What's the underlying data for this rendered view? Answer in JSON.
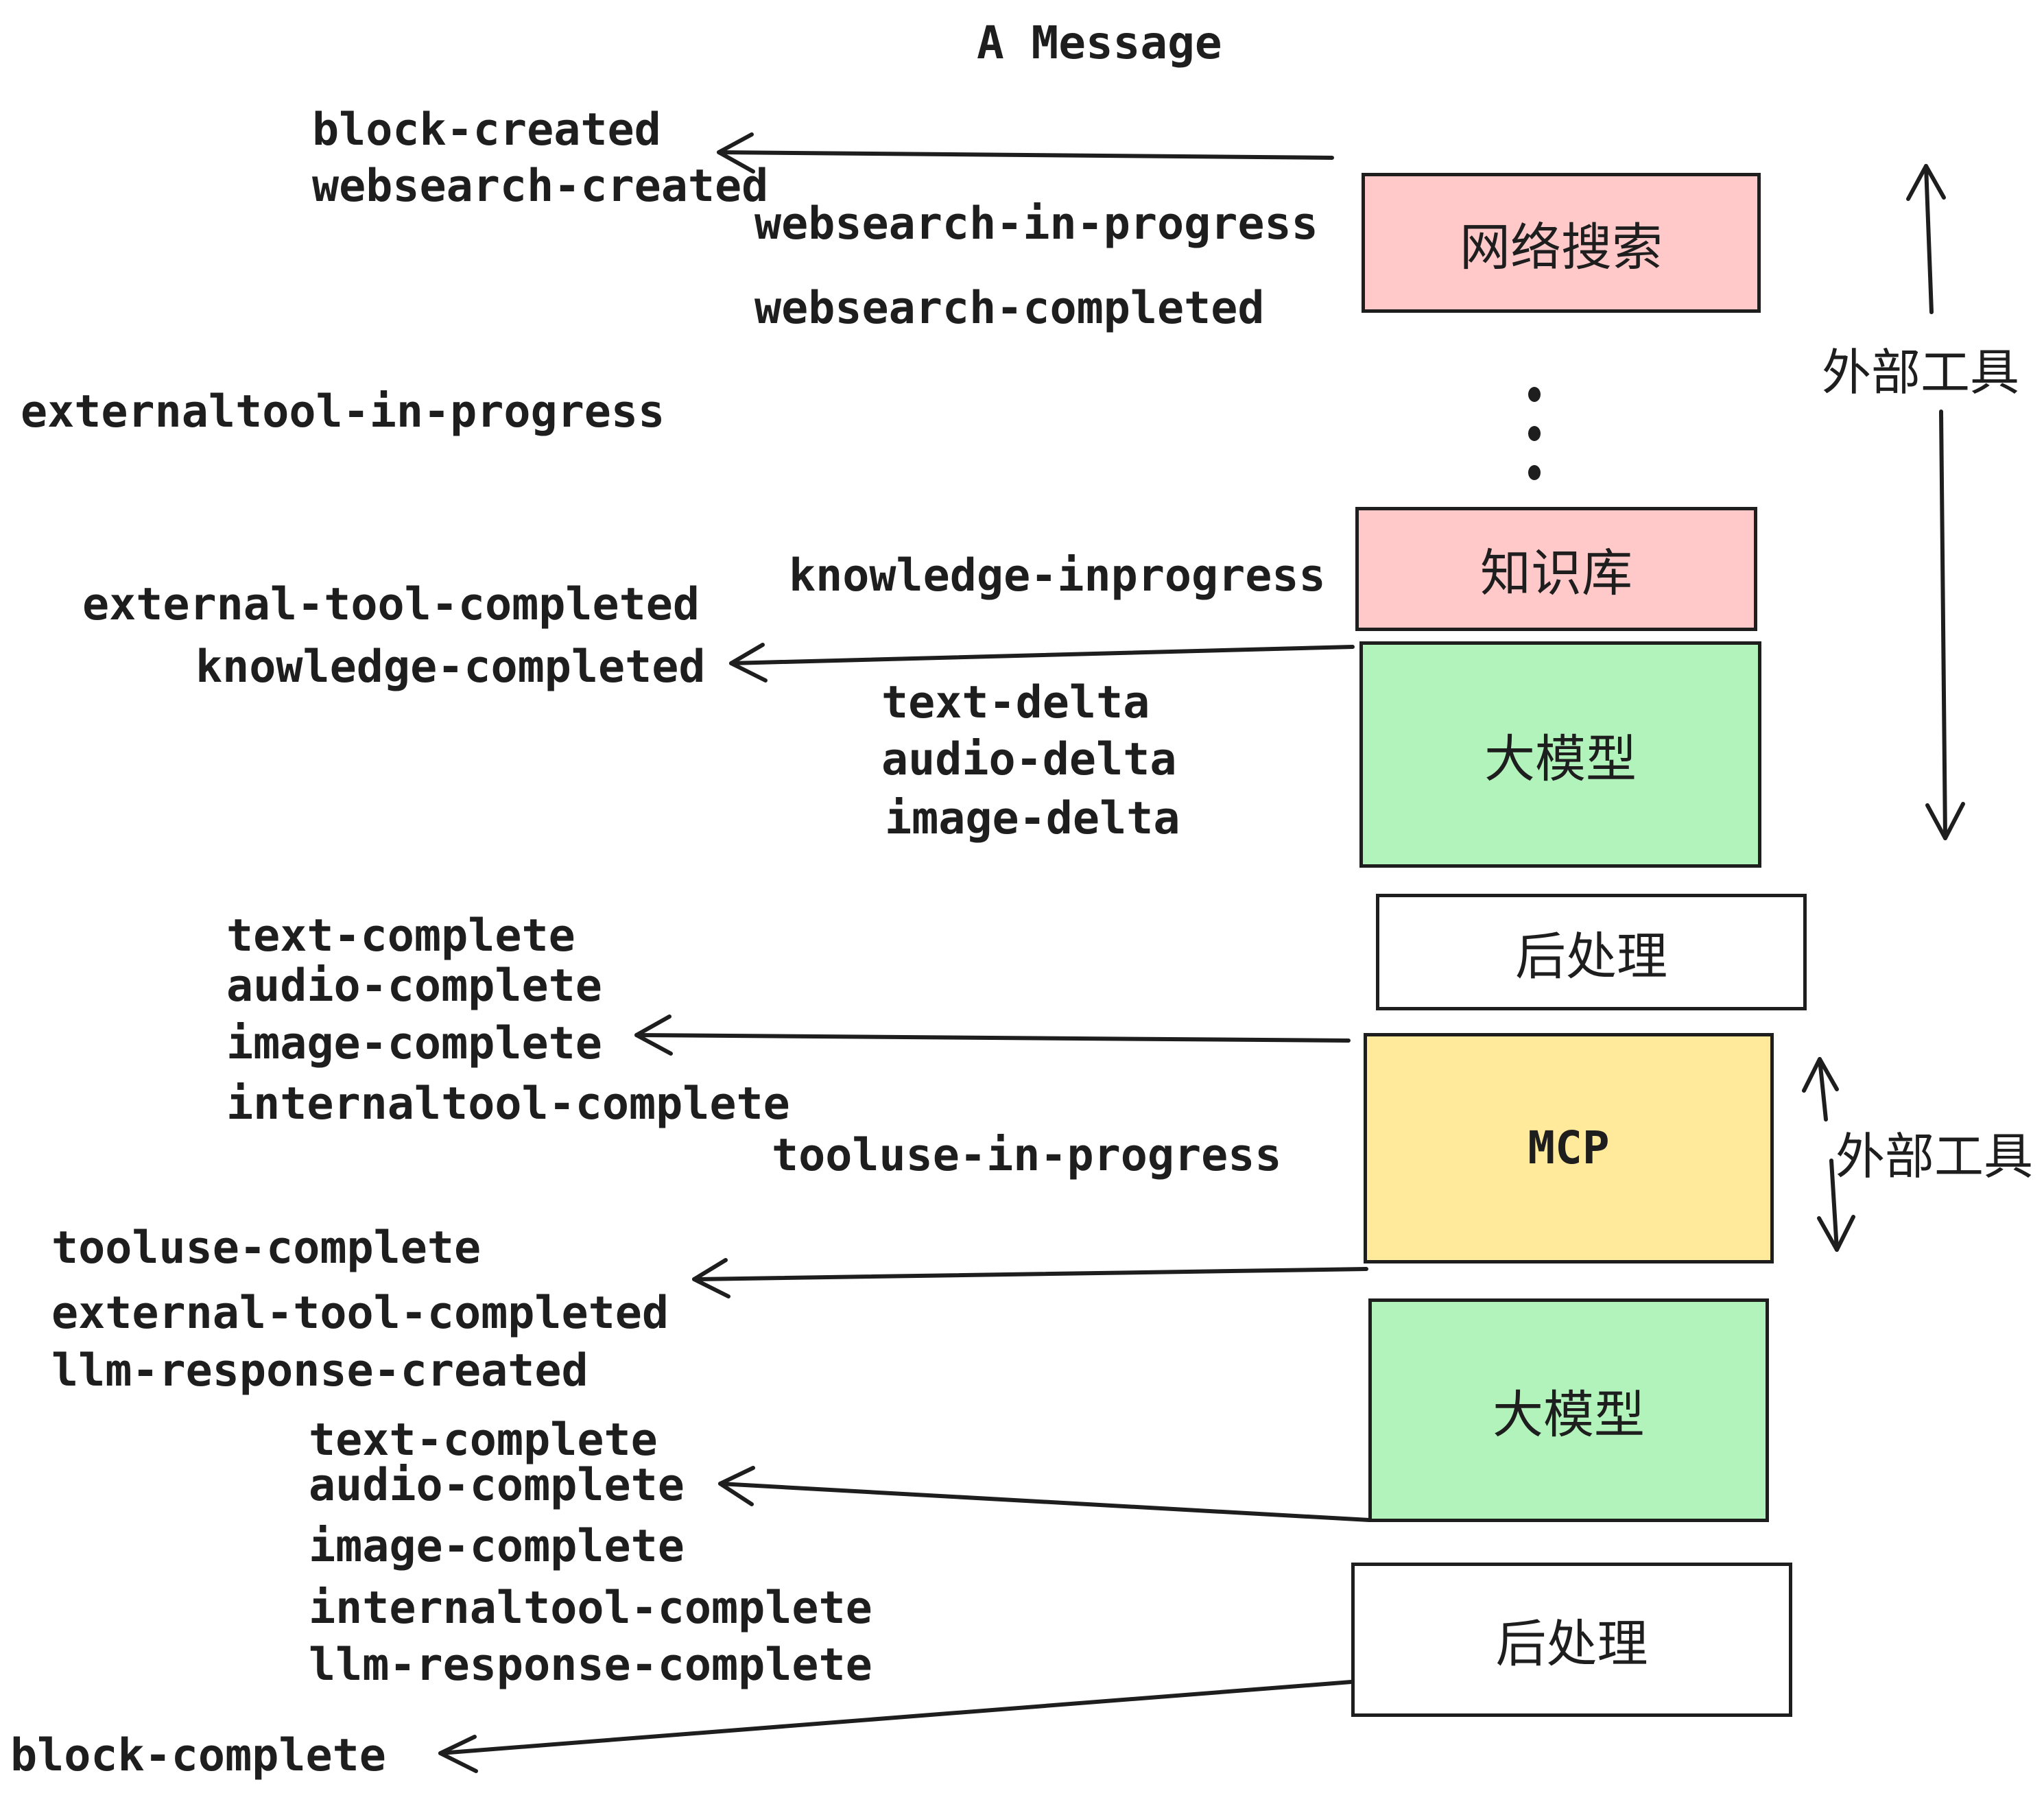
{
  "title": "A Message",
  "colors": {
    "background": "#ffffff",
    "stroke": "#1e1e1e",
    "pink": "#ffc9c9",
    "green": "#b2f2bb",
    "yellow": "#ffe99a",
    "white": "#ffffff"
  },
  "boxes": {
    "websearch": {
      "label": "网络搜索",
      "color": "#ffc9c9"
    },
    "knowledge": {
      "label": "知识库",
      "color": "#ffc9c9"
    },
    "llm1": {
      "label": "大模型",
      "color": "#b2f2bb"
    },
    "post1": {
      "label": "后处理",
      "color": "#ffffff"
    },
    "mcp": {
      "label": "MCP",
      "color": "#ffe99a"
    },
    "llm2": {
      "label": "大模型",
      "color": "#b2f2bb"
    },
    "post2": {
      "label": "后处理",
      "color": "#ffffff"
    }
  },
  "side_labels": {
    "external_tools_top": "外部工具",
    "external_tools_mcp": "外部工具"
  },
  "icons": {
    "vertical_ellipsis_icon": "⋮"
  },
  "events": {
    "block_created": "block-created",
    "websearch_created": "websearch-created",
    "websearch_in_progress": "websearch-in-progress",
    "websearch_completed": "websearch-completed",
    "externaltool_in_progress": "externaltool-in-progress",
    "knowledge_inprogress": "knowledge-inprogress",
    "external_tool_completed": "external-tool-completed",
    "knowledge_completed": "knowledge-completed",
    "text_delta": "text-delta",
    "audio_delta": "audio-delta",
    "image_delta": "image-delta",
    "text_complete": "text-complete",
    "audio_complete": "audio-complete",
    "image_complete": "image-complete",
    "internaltool_complete": "internaltool-complete",
    "tooluse_in_progress": "tooluse-in-progress",
    "tooluse_complete": "tooluse-complete",
    "external_tool_completed_2": "external-tool-completed",
    "llm_response_created": "llm-response-created",
    "text_complete_2": "text-complete",
    "audio_complete_2": "audio-complete",
    "image_complete_2": "image-complete",
    "internaltool_complete_2": "internaltool-complete",
    "llm_response_complete": "llm-response-complete",
    "block_complete": "block-complete"
  }
}
